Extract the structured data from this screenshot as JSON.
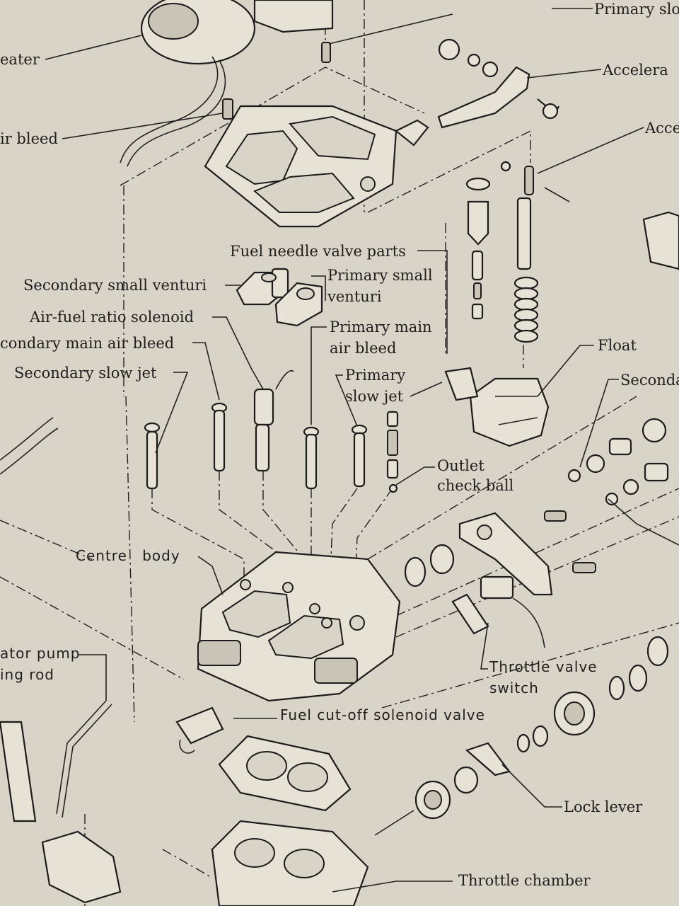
{
  "colors": {
    "paper": "#d8d4c7",
    "ink": "#1e1e1e"
  },
  "labels": {
    "primary_slow": "Primary slo",
    "heater": "eater",
    "air_bleed": "ir bleed",
    "accelerator_1": "Accelera",
    "accelerator_2": "Acce",
    "fuel_needle_valve_parts": "Fuel needle valve parts",
    "secondary_small_venturi": "Secondary small venturi",
    "primary_small_venturi_1": "Primary small",
    "primary_small_venturi_2": "venturi",
    "air_fuel_ratio_solenoid": "Air-fuel ratio solenoid",
    "primary_main_air_bleed_1": "Primary main",
    "primary_main_air_bleed_2": "air bleed",
    "secondary_main_air_bleed": "condary main air bleed",
    "float": "Float",
    "secondary_right": "Seconda",
    "secondary_slow_jet": "Secondary slow jet",
    "primary_slow_jet_1": "Primary",
    "primary_slow_jet_2": "slow jet",
    "outlet_check_ball_1": "Outlet",
    "outlet_check_ball_2": "check ball",
    "centre_body": "Centre body",
    "accelerator_pump_rod_1": "ator pump",
    "accelerator_pump_rod_2": "ing rod",
    "throttle_valve_switch_1": "Throttle valve",
    "throttle_valve_switch_2": "switch",
    "fuel_cut_off_solenoid_valve": "Fuel cut-off solenoid valve",
    "lock_lever": "Lock lever",
    "throttle_chamber": "Throttle chamber"
  }
}
